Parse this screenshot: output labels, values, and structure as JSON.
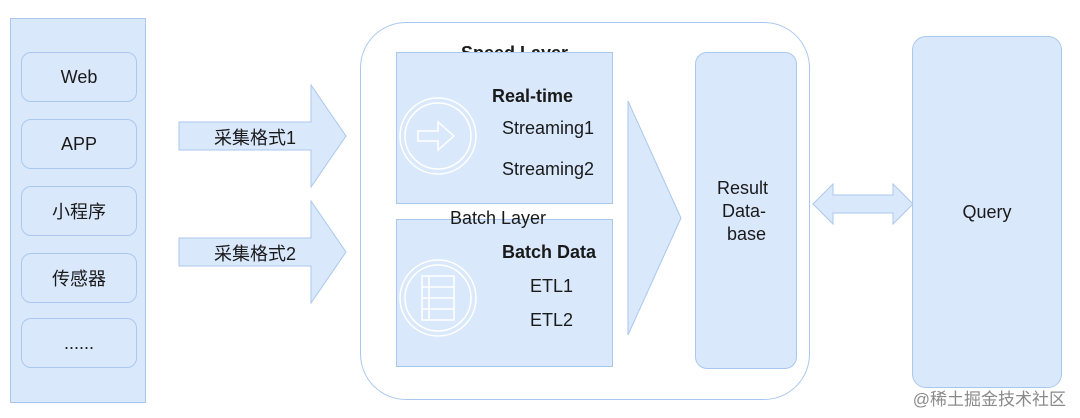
{
  "sources": {
    "items": [
      {
        "label": "Web"
      },
      {
        "label": "APP"
      },
      {
        "label": "小程序"
      },
      {
        "label": "传感器"
      },
      {
        "label": "......"
      }
    ]
  },
  "arrows": {
    "collect1": "采集格式1",
    "collect2": "采集格式2"
  },
  "speed_layer": {
    "title": "Speed Layer",
    "subtitle": "Real-time",
    "items": [
      "Streaming1",
      "Streaming2"
    ]
  },
  "batch_layer": {
    "title": "Batch Layer",
    "subtitle": "Batch Data",
    "items": [
      "ETL1",
      "ETL2"
    ]
  },
  "result_db": {
    "line1": "Result",
    "line2": "Data-",
    "line3": "base"
  },
  "query": {
    "label": "Query"
  },
  "watermark": "@稀土掘金技术社区",
  "colors": {
    "fill": "#dae8fc",
    "stroke": "#aac8ee"
  },
  "icons": {
    "speed": "arrow-right-circle-icon",
    "batch": "list-circle-icon"
  }
}
